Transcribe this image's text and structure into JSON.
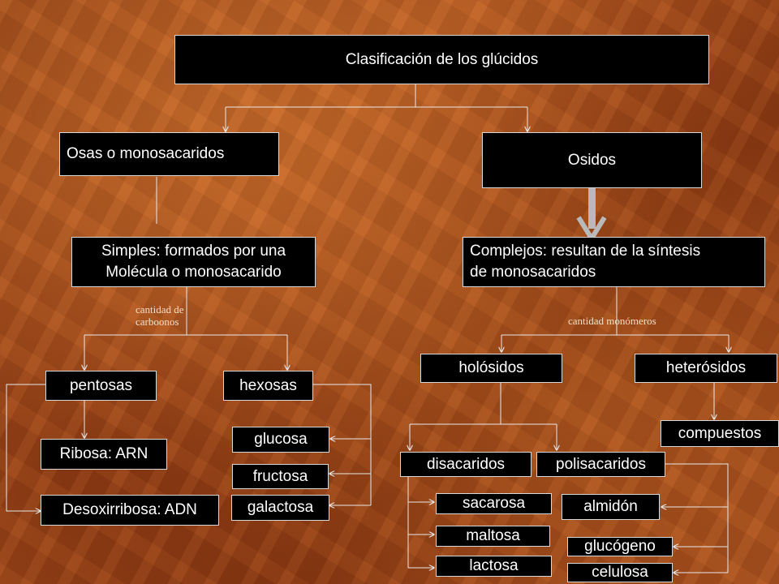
{
  "title": "Clasificación de los glúcidos",
  "level1": {
    "osas": "Osas o monosacaridos",
    "osidos": "Osidos"
  },
  "level2": {
    "simples_line1": "Simples: formados por una",
    "simples_line2": "Molécula o monosacarido",
    "complejos_line1": "Complejos: resultan de la síntesis",
    "complejos_line2": "de monosacaridos"
  },
  "labels": {
    "carbonos_line1": "cantidad de",
    "carbonos_line2": "carboonos",
    "monomeros": "cantidad monómeros"
  },
  "simples_children": {
    "pentosas": "pentosas",
    "hexosas": "hexosas"
  },
  "pentosas_children": [
    "Ribosa: ARN",
    "Desoxirribosa: ADN"
  ],
  "hexosas_children": [
    "glucosa",
    "fructosa",
    "galactosa"
  ],
  "complejos_children": {
    "holosidos": "holósidos",
    "heterosidos": "heterósidos"
  },
  "heterosidos_children": [
    "compuestos"
  ],
  "holosidos_children": {
    "disacaridos": "disacaridos",
    "polisacaridos": "polisacaridos"
  },
  "disacaridos_children": [
    "sacarosa",
    "maltosa",
    "lactosa"
  ],
  "polisacaridos_children": [
    "almidón",
    "glucógeno",
    "celulosa"
  ],
  "colors": {
    "box": "#000000",
    "text": "#ffffff",
    "connector": "#e8e8e8",
    "arrow": "#b9b9b9"
  }
}
